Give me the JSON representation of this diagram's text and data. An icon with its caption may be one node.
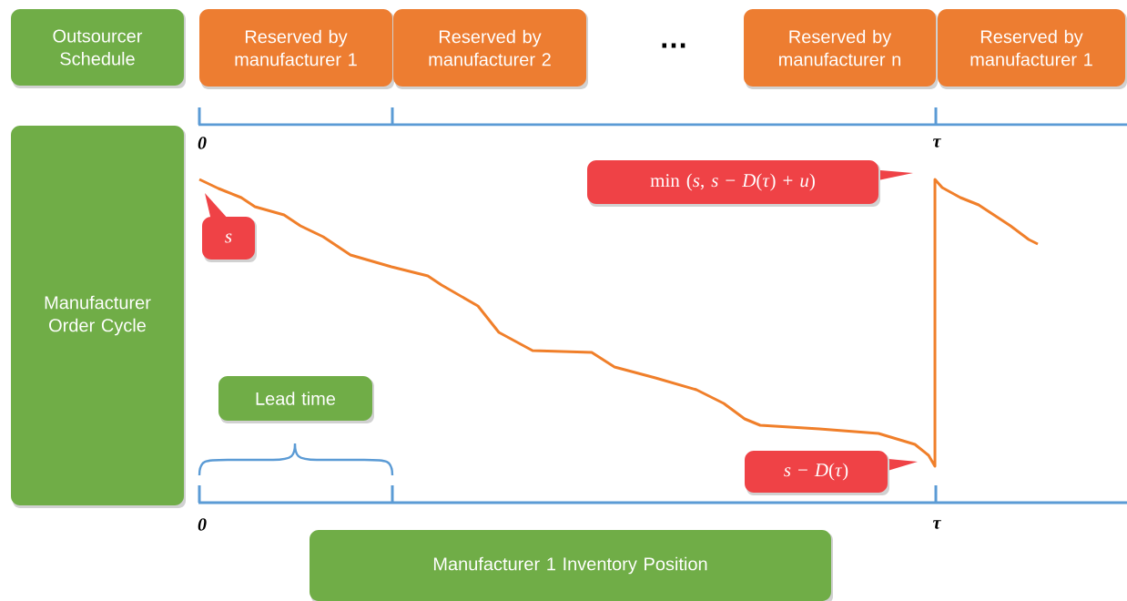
{
  "diagram": {
    "nodes": [
      {
        "text": [
          "Outsourcer Schedule"
        ]
      },
      {
        "text": [
          "Reserved by manufacturer 1"
        ]
      },
      {
        "text": [
          "Reserved by manufacturer 2"
        ]
      },
      {
        "text": [
          "Reserved by manufacturer n"
        ]
      },
      {
        "text": [
          "Reserved by manufacturer 1"
        ]
      },
      {
        "text": [
          "Manufacturer Order Cycle"
        ]
      },
      {
        "text": [
          "min (*s*, *s* − *D*(*τ*) + *u*)"
        ]
      },
      {
        "text": [
          "*s*"
        ]
      },
      {
        "text": [
          "Lead time"
        ]
      },
      {
        "text": [
          "*s* − *D*(*τ*)"
        ]
      },
      {
        "text": [
          "Manufacturer 1 Inventory Position"
        ]
      }
    ],
    "labels": [
      "…",
      "0",
      "τ",
      "0",
      "τ"
    ]
  }
}
